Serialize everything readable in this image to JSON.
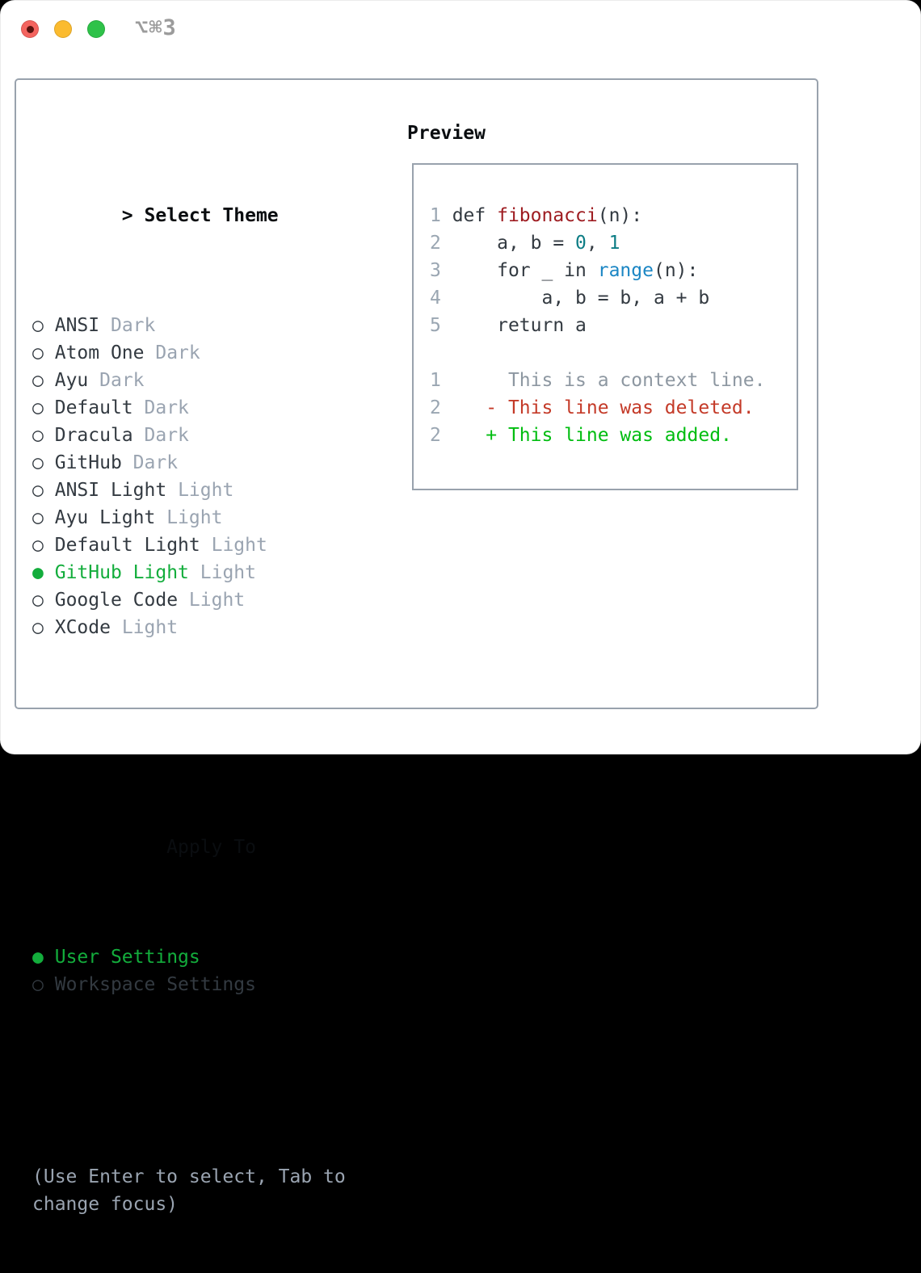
{
  "titlebar": {
    "shortcut": "⌥⌘3",
    "buttons": [
      {
        "name": "close-button",
        "color_key": "tl_red",
        "has_dot": true
      },
      {
        "name": "minimize-button",
        "color_key": "tl_yellow",
        "has_dot": false
      },
      {
        "name": "maximize-button",
        "color_key": "tl_green",
        "has_dot": false
      }
    ]
  },
  "theme_list": {
    "prompt": ">",
    "header": "Select Theme",
    "items": [
      {
        "name": "ANSI",
        "variant": "Dark",
        "selected": false
      },
      {
        "name": "Atom One",
        "variant": "Dark",
        "selected": false
      },
      {
        "name": "Ayu",
        "variant": "Dark",
        "selected": false
      },
      {
        "name": "Default",
        "variant": "Dark",
        "selected": false
      },
      {
        "name": "Dracula",
        "variant": "Dark",
        "selected": false
      },
      {
        "name": "GitHub",
        "variant": "Dark",
        "selected": false
      },
      {
        "name": "ANSI Light",
        "variant": "Light",
        "selected": false
      },
      {
        "name": "Ayu Light",
        "variant": "Light",
        "selected": false
      },
      {
        "name": "Default Light",
        "variant": "Light",
        "selected": false
      },
      {
        "name": "GitHub Light",
        "variant": "Light",
        "selected": true
      },
      {
        "name": "Google Code",
        "variant": "Light",
        "selected": false
      },
      {
        "name": "XCode",
        "variant": "Light",
        "selected": false
      }
    ],
    "marker_unselected": "○",
    "marker_selected": "●"
  },
  "apply_to": {
    "header": "Apply To",
    "options": [
      {
        "label": "User Settings",
        "selected": true
      },
      {
        "label": "Workspace Settings",
        "selected": false
      }
    ]
  },
  "help_lines": [
    "(Use Enter to select, Tab to",
    "change focus)"
  ],
  "preview": {
    "header": "Preview",
    "lines": [
      {
        "segments": [
          {
            "text": "1 ",
            "style": "ln"
          },
          {
            "text": "def ",
            "style": "code"
          },
          {
            "text": "fibonacci",
            "style": "title"
          },
          {
            "text": "(n):",
            "style": "code"
          }
        ]
      },
      {
        "segments": [
          {
            "text": "2 ",
            "style": "ln"
          },
          {
            "text": "    a, b = ",
            "style": "code"
          },
          {
            "text": "0",
            "style": "num"
          },
          {
            "text": ", ",
            "style": "code"
          },
          {
            "text": "1",
            "style": "num"
          }
        ]
      },
      {
        "segments": [
          {
            "text": "3 ",
            "style": "ln"
          },
          {
            "text": "    for _ in ",
            "style": "code"
          },
          {
            "text": "range",
            "style": "builtin"
          },
          {
            "text": "(n):",
            "style": "code"
          }
        ]
      },
      {
        "segments": [
          {
            "text": "4 ",
            "style": "ln"
          },
          {
            "text": "        a, b = b, a + b",
            "style": "code"
          }
        ]
      },
      {
        "segments": [
          {
            "text": "5 ",
            "style": "ln"
          },
          {
            "text": "    return a",
            "style": "code"
          }
        ]
      },
      {
        "segments": [
          {
            "text": " ",
            "style": "code"
          }
        ]
      },
      {
        "segments": [
          {
            "text": "1 ",
            "style": "ln"
          },
          {
            "text": "     This is a context line.",
            "style": "ctx"
          }
        ]
      },
      {
        "segments": [
          {
            "text": "2 ",
            "style": "ln"
          },
          {
            "text": "   - This line was deleted.",
            "style": "del"
          }
        ]
      },
      {
        "segments": [
          {
            "text": "2 ",
            "style": "ln"
          },
          {
            "text": "   + This line was added.",
            "style": "add"
          }
        ]
      }
    ]
  },
  "colors": {
    "panel_border": "#99a2ad",
    "text_dark": "#333a41",
    "text_black": "#0a0d10",
    "muted": "#9aa4b1",
    "line_number": "#9aa6b2",
    "context": "#8d97a1",
    "green": "#13ad3c",
    "diff_red": "#c43a28",
    "diff_green": "#00bd10",
    "title_red": "#9e1c21",
    "num_teal": "#0d7d85",
    "builtin_blue": "#1b86c4",
    "shortcut": "#9b9b9b",
    "tl_red": "#f4645f",
    "tl_red_dot": "#59120e",
    "tl_yellow": "#fbbb2f",
    "tl_green": "#2ec249"
  }
}
